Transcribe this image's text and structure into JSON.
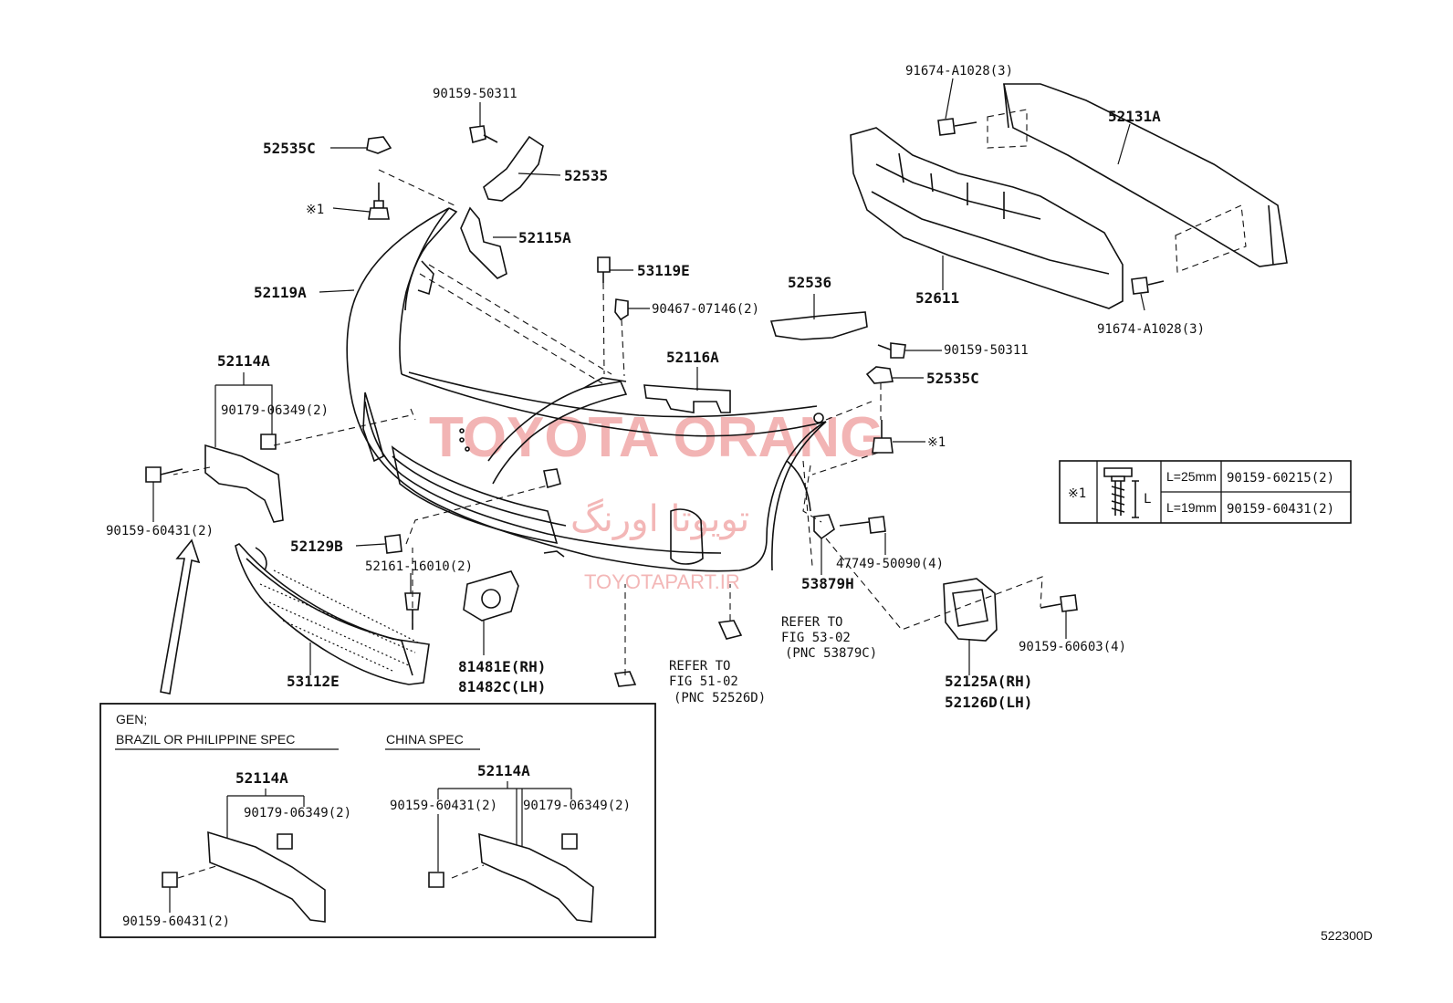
{
  "labels": {
    "p90159_50311_top": "90159-50311",
    "p52535C_top": "52535C",
    "p52535": "52535",
    "p_note1_left": "※1",
    "p52115A": "52115A",
    "p52119A": "52119A",
    "p53119E": "53119E",
    "p90467_07146": "90467-07146(2)",
    "p52536": "52536",
    "p90159_50311_right": "90159-50311",
    "p52116A": "52116A",
    "p52535C_right": "52535C",
    "p_note1_right": "※1",
    "p52114A": "52114A",
    "p90179_06349": "90179-06349(2)",
    "p90159_60431": "90159-60431(2)",
    "p52129B": "52129B",
    "p52161_16010": "52161-16010(2)",
    "p47749_50090": "47749-50090(4)",
    "p53879H": "53879H",
    "p53112E": "53112E",
    "p81481E": "81481E(RH)",
    "p81482C": "81482C(LH)",
    "ref_51_1": "REFER TO",
    "ref_51_2": "FIG 51-02",
    "ref_51_3": "(PNC 52526D)",
    "ref_53_1": "REFER TO",
    "ref_53_2": "FIG 53-02",
    "ref_53_3": "(PNC 53879C)",
    "p91674_top": "91674-A1028(3)",
    "p52131A": "52131A",
    "p52611": "52611",
    "p91674_bottom": "91674-A1028(3)",
    "p90159_60603": "90159-60603(4)",
    "p52125A": "52125A(RH)",
    "p52126D": "52126D(LH)"
  },
  "note_table": {
    "mark": "※1",
    "dim": "L",
    "rows": [
      {
        "length": "L=25mm",
        "part": "90159-60215(2)"
      },
      {
        "length": "L=19mm",
        "part": "90159-60431(2)"
      }
    ]
  },
  "inset": {
    "gen_line1": "GEN;",
    "gen_line2": "BRAZIL OR PHILIPPINE SPEC",
    "china": "CHINA SPEC",
    "gen_part": "52114A",
    "gen_clip": "90179-06349(2)",
    "gen_bolt": "90159-60431(2)",
    "china_part": "52114A",
    "china_bolt": "90159-60431(2)",
    "china_clip": "90179-06349(2)"
  },
  "watermark": {
    "main": "TOYOTA ORANG",
    "arabic": "تویوتا اورنگ",
    "site": "TOYOTAPART.IR"
  },
  "figure_code": "522300D"
}
